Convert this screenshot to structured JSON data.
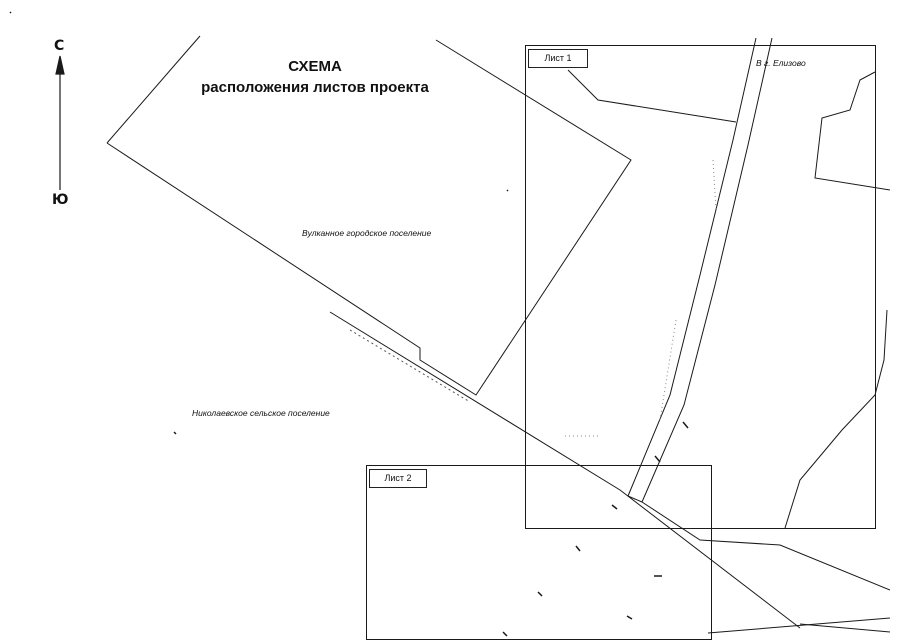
{
  "title": {
    "line1": "СХЕМА",
    "line2": "расположения листов проекта"
  },
  "compass": {
    "north": "С",
    "south": "Ю"
  },
  "settlements": {
    "vulkannoe": "Вулканное городское поселение",
    "nikolaevskoe": "Николаевское сельское поселение",
    "elizovo": "В г. Елизово"
  },
  "sheets": [
    {
      "label": "Лист 1"
    },
    {
      "label": "Лист 2"
    }
  ]
}
